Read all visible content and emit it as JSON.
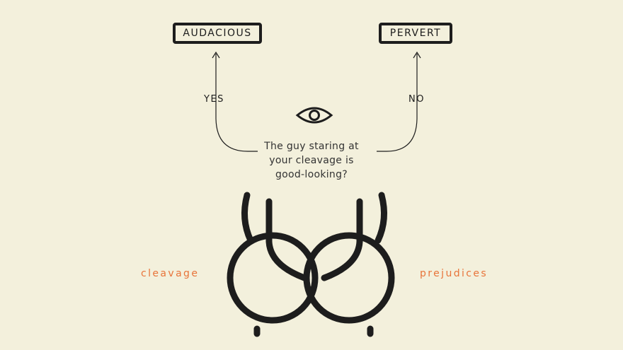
{
  "boxes": {
    "left": "AUDACIOUS",
    "right": "PERVERT"
  },
  "branches": {
    "yes": "YES",
    "no": "NO"
  },
  "question": {
    "line1": "The guy staring at",
    "line2": "your cleavage is",
    "line3": "good-looking?"
  },
  "captions": {
    "left": "cleavage",
    "right": "prejudices"
  },
  "icons": {
    "eye": "eye-icon",
    "illustration": "cleavage-illustration"
  },
  "colors": {
    "background": "#f3f0dc",
    "ink": "#1d1d1d",
    "accent": "#e8743a"
  }
}
